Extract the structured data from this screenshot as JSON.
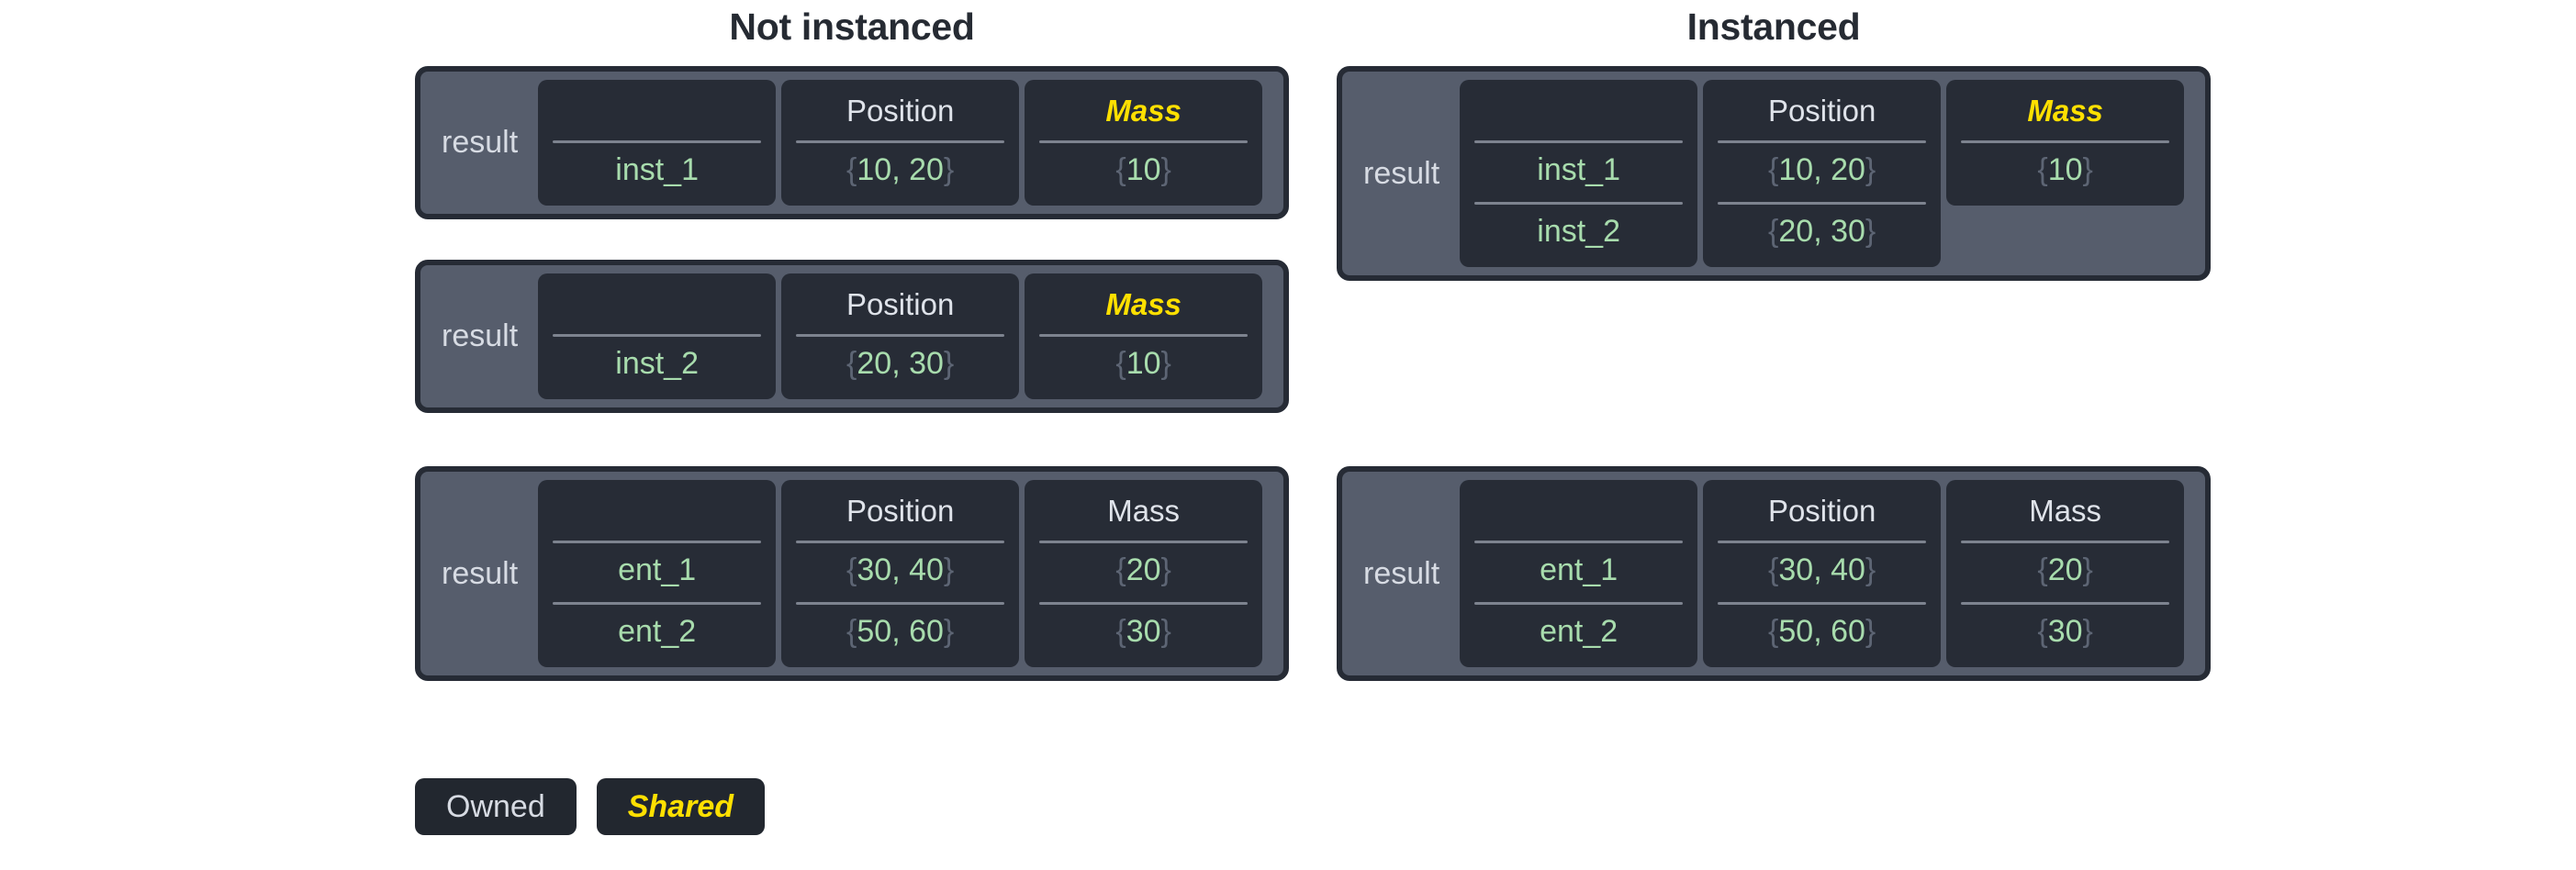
{
  "titles": {
    "left": "Not instanced",
    "right": "Instanced"
  },
  "labels": {
    "result": "result"
  },
  "colors": {
    "owned_text": "#dfe3ea",
    "shared_text": "#ffe000",
    "value_text": "#a8dcad",
    "brace_text": "#5d6574",
    "card_bg": "#272c36",
    "box_bg": "#565d6c",
    "box_border": "#262b35",
    "page_bg": "#ffffff",
    "title_text": "#262b33"
  },
  "legend": {
    "owned": "Owned",
    "shared": "Shared"
  },
  "headers": {
    "blank": "",
    "position": "Position",
    "mass": "Mass"
  },
  "not_instanced": {
    "tables": [
      {
        "result": "result",
        "columns": [
          {
            "header": "",
            "shared": false,
            "cells": [
              "inst_1"
            ]
          },
          {
            "header": "Position",
            "shared": false,
            "cells": [
              "{10, 20}"
            ]
          },
          {
            "header": "Mass",
            "shared": true,
            "cells": [
              "{10}"
            ]
          }
        ]
      },
      {
        "result": "result",
        "columns": [
          {
            "header": "",
            "shared": false,
            "cells": [
              "inst_2"
            ]
          },
          {
            "header": "Position",
            "shared": false,
            "cells": [
              "{20, 30}"
            ]
          },
          {
            "header": "Mass",
            "shared": true,
            "cells": [
              "{10}"
            ]
          }
        ]
      },
      {
        "result": "result",
        "columns": [
          {
            "header": "",
            "shared": false,
            "cells": [
              "ent_1",
              "ent_2"
            ]
          },
          {
            "header": "Position",
            "shared": false,
            "cells": [
              "{30, 40}",
              "{50, 60}"
            ]
          },
          {
            "header": "Mass",
            "shared": false,
            "cells": [
              "{20}",
              "{30}"
            ]
          }
        ]
      }
    ]
  },
  "instanced": {
    "tables": [
      {
        "result": "result",
        "columns": [
          {
            "header": "",
            "shared": false,
            "cells": [
              "inst_1",
              "inst_2"
            ]
          },
          {
            "header": "Position",
            "shared": false,
            "cells": [
              "{10, 20}",
              "{20, 30}"
            ]
          },
          {
            "header": "Mass",
            "shared": true,
            "cells": [
              "{10}"
            ]
          }
        ]
      },
      {
        "result": "result",
        "columns": [
          {
            "header": "",
            "shared": false,
            "cells": [
              "ent_1",
              "ent_2"
            ]
          },
          {
            "header": "Position",
            "shared": false,
            "cells": [
              "{30, 40}",
              "{50, 60}"
            ]
          },
          {
            "header": "Mass",
            "shared": false,
            "cells": [
              "{20}",
              "{30}"
            ]
          }
        ]
      }
    ]
  }
}
